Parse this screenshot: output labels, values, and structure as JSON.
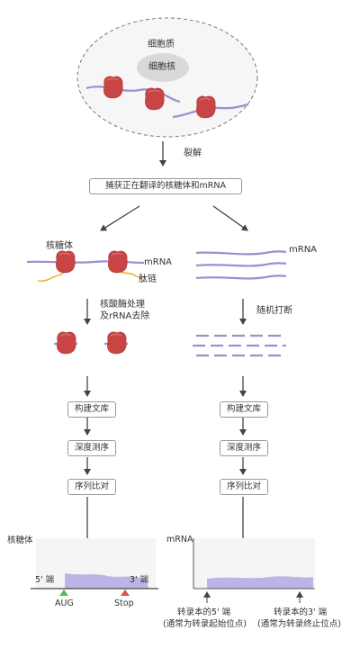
{
  "cell": {
    "cytoplasm_label": "细胞质",
    "nucleus_label": "细胞核"
  },
  "steps": {
    "lysis": "裂解",
    "capture": "捕获正在翻译的核糖体和mRNA",
    "nuclease": [
      "核酸酶处理",
      "及rRNA去除"
    ],
    "random_break": "随机打断",
    "build_library": "构建文库",
    "deep_sequencing": "深度测序",
    "alignment": "序列比对"
  },
  "left_branch": {
    "ribosome_label": "核糖体",
    "mrna_label": "mRNA",
    "peptide_label": "肽链",
    "plot": {
      "y_label": "核糖体",
      "five_prime": "5' 端",
      "three_prime": "3' 端",
      "start_codon": "AUG",
      "stop_codon": "Stop",
      "start_color": "#5cb85c",
      "stop_color": "#d9534f"
    }
  },
  "right_branch": {
    "mrna_label": "mRNA",
    "plot": {
      "y_label": "mRNA",
      "five_prime_note": [
        "转录本的5' 端",
        "(通常为转录起始位点)"
      ],
      "three_prime_note": [
        "转录本的3' 端",
        "(通常为转录终止位点)"
      ]
    }
  },
  "colors": {
    "ribosome": "#cc4444",
    "mrna": "#9b8fd0",
    "peptide": "#e8b020",
    "coverage": "#bcb4e4"
  }
}
